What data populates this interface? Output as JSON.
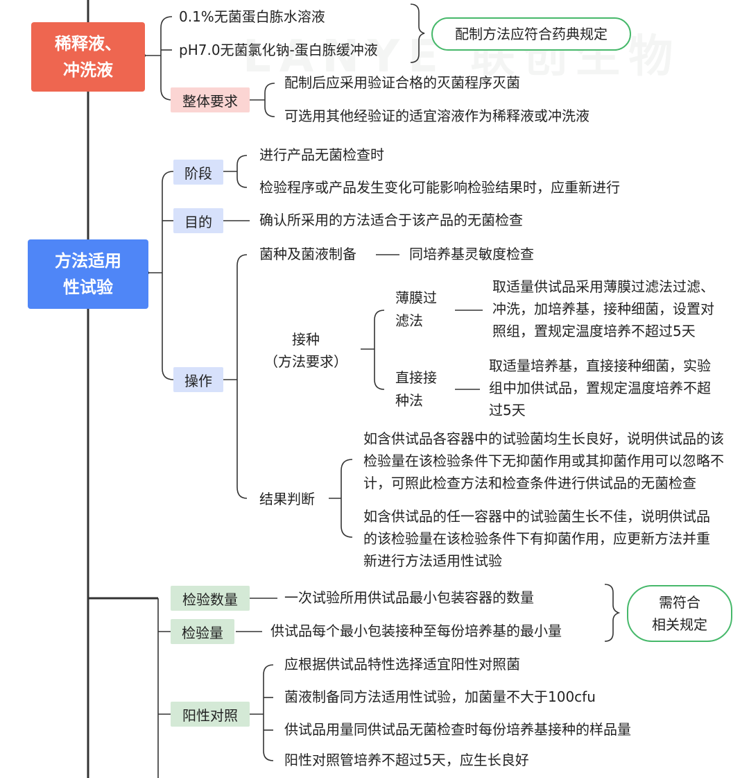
{
  "watermark": "LANYE 联创生物",
  "sections": {
    "diluent": {
      "label": "稀释液、冲洗液",
      "label_line1": "稀释液、",
      "label_line2": "冲洗液",
      "items": [
        "0.1%无菌蛋白胨水溶液",
        "pH7.0无菌氯化钠-蛋白胨缓冲液"
      ],
      "note": "配制方法应符合药典规定",
      "requirement": {
        "tag": "整体要求",
        "items": [
          "配制后应采用验证合格的灭菌程序灭菌",
          "可选用其他经验证的适宜溶液作为稀释液或冲洗液"
        ]
      }
    },
    "suitability": {
      "label_line1": "方法适用",
      "label_line2": "性试验",
      "stage": {
        "tag": "阶段",
        "items": [
          "进行产品无菌检查时",
          "检验程序或产品发生变化可能影响检验结果时，应重新进行"
        ]
      },
      "purpose": {
        "tag": "目的",
        "text": "确认所采用的方法适合于该产品的无菌检查"
      },
      "operation": {
        "tag": "操作",
        "prep": {
          "label": "菌种及菌液制备",
          "text": "同培养基灵敏度检查"
        },
        "inoculation": {
          "label_line1": "接种",
          "label_line2": "（方法要求）",
          "membrane": {
            "label_line1": "薄膜过",
            "label_line2": "滤法",
            "lines": [
              "取适量供试品采用薄膜过滤法过滤、",
              "冲洗，加培养基，接种细菌，设置对",
              "照组，置规定温度培养不超过5天"
            ]
          },
          "direct": {
            "label_line1": "直接接",
            "label_line2": "种法",
            "lines": [
              "取适量培养基，直接接种细菌，实验",
              "组中加供试品，置规定温度培养不超",
              "过5天"
            ]
          }
        },
        "result": {
          "label": "结果判断",
          "good": [
            "如含供试品各容器中的试验菌均生长良好，说明供试品的该",
            "检验量在该检验条件下无抑菌作用或其抑菌作用可以忽略不",
            "计，可照此检查方法和检查条件进行供试品的无菌检查"
          ],
          "bad": [
            "如含供试品的任一容器中的试验菌生长不佳，说明供试品",
            "的该检验量在该检验条件下有抑菌作用，应更新方法并重",
            "新进行方法适用性试验"
          ]
        }
      }
    },
    "quantity": {
      "tag": "检验数量",
      "text": "一次试验所用供试品最小包装容器的数量"
    },
    "amount": {
      "tag": "检验量",
      "text": "供试品每个最小包装接种至每份培养基的最小量"
    },
    "quantity_note_line1": "需符合",
    "quantity_note_line2": "相关规定",
    "positive": {
      "tag": "阳性对照",
      "items": [
        "应根据供试品特性选择适宜阳性对照菌",
        "菌液制备同方法适用性试验，加菌量不大于100cfu",
        "供试品用量同供试品无菌检查时每份培养基接种的样品量",
        "阳性对照管培养不超过5天，应生长良好"
      ]
    }
  },
  "colors": {
    "red": "#ee6650",
    "blue": "#4f86f7",
    "pink_tag": "#fbd5d3",
    "blue_tag": "#d7e1fb",
    "green_tag": "#d4e9d6",
    "green_border": "#46b86a"
  }
}
